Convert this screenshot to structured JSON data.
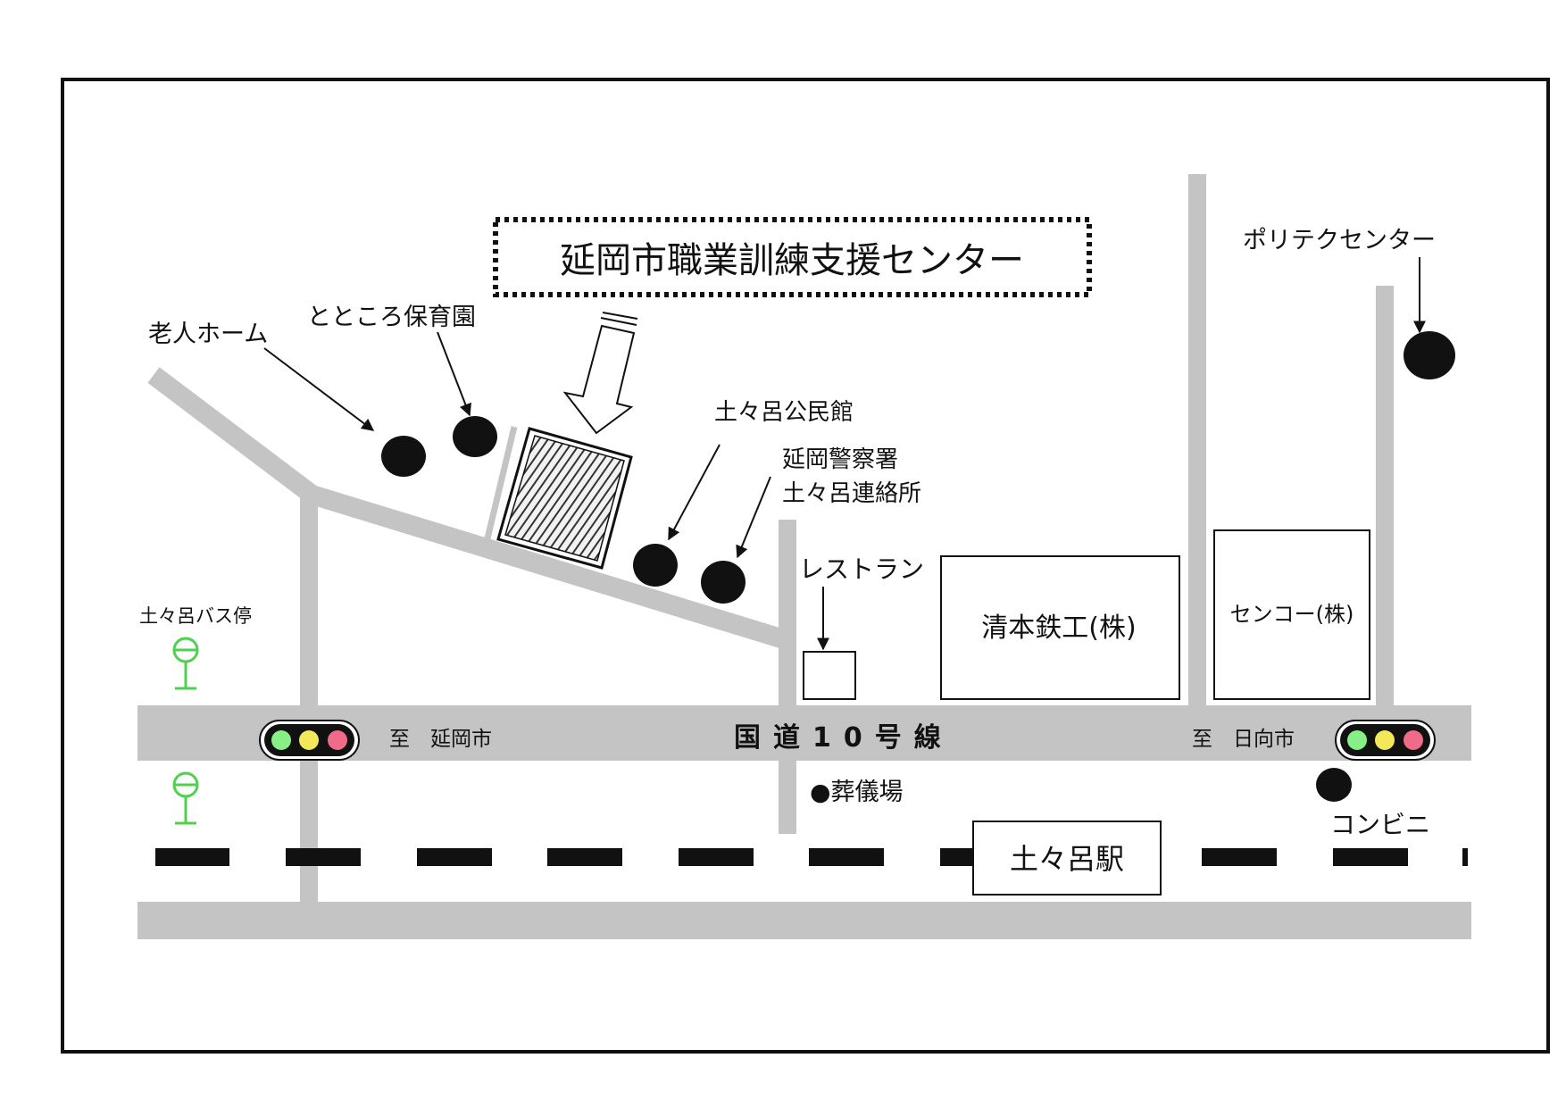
{
  "title": "延岡市職業訓練支援センター",
  "landmarks": {
    "elderly_home": "老人ホーム",
    "nursery": "とところ保育園",
    "community_hall": "土々呂公民館",
    "police_line1": "延岡警察署",
    "police_line2": "土々呂連絡所",
    "restaurant": "レストラン",
    "kiyomoto": "清本鉄工(株)",
    "senko": "センコー(株)",
    "polytech": "ポリテクセンター",
    "bus_stop": "土々呂バス停",
    "funeral_hall": "●葬儀場",
    "convenience_store": "コンビニ",
    "station": "土々呂駅"
  },
  "road": {
    "name": "国道10号線",
    "to_nobeoka": "至　延岡市",
    "to_hyuga": "至　日向市"
  },
  "colors": {
    "road": "#c4c4c4",
    "bus_stop": "#4fd14f",
    "signal_green": "#86f086",
    "signal_yellow": "#f3e85a",
    "signal_red": "#f06a8a",
    "frame": "#111111"
  }
}
